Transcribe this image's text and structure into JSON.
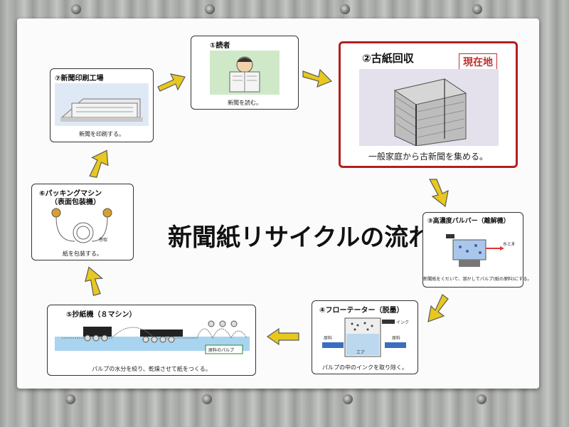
{
  "main_title": "新聞紙リサイクルの流れ",
  "steps": {
    "reader": {
      "title": "①読者",
      "caption": "新聞を読む。"
    },
    "collection": {
      "title": "②古紙回収",
      "caption": "一般家庭から古新聞を集める。",
      "badge": "現在地"
    },
    "pulper": {
      "title": "③高濃度パルパー（離解機）",
      "caption": "新聞紙をくだいて、溶かしてパルプ(紙の原料)にする。",
      "label_water": "水と蒸気"
    },
    "flotator": {
      "title": "④フローテーター（脱墨）",
      "caption": "パルプの中のインクを取り除く。",
      "label_ink": "インク",
      "label_raw_in": "原料",
      "label_raw_out": "原料",
      "label_air": "エア"
    },
    "paper_machine": {
      "title": "⑤抄紙機（８マシン）",
      "caption": "パルプの水分を絞り、乾燥させて紙をつくる。",
      "label_pulp": "原料のパルプ"
    },
    "packing": {
      "title": "⑥パッキングマシン",
      "subtitle": "（表面包装機）",
      "caption": "紙を包装する。",
      "label_wrap": "巻取"
    },
    "printing": {
      "title": "⑦新聞印刷工場",
      "caption": "新聞を印刷する。"
    }
  },
  "colors": {
    "arrow": "#e8c81e",
    "arrow_outline": "#5a5a5a",
    "highlight": "#c03030"
  }
}
